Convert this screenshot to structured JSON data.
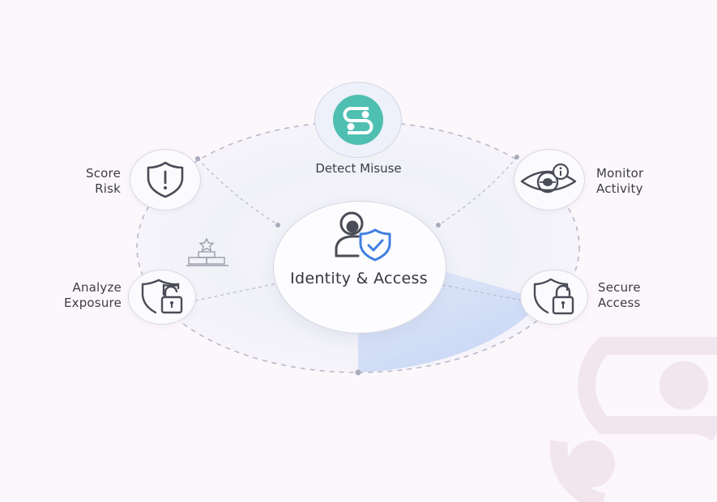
{
  "diagram": {
    "center": {
      "title": "Identity & Access",
      "icon": "user-shield-check-icon"
    },
    "nodes": [
      {
        "id": "detect-misuse",
        "label": "Detect Misuse",
        "icon": "toggle-logo-icon",
        "position": "top"
      },
      {
        "id": "score-risk",
        "label_line1": "Score",
        "label_line2": "Risk",
        "icon": "shield-alert-icon",
        "position": "upper-left"
      },
      {
        "id": "monitor-activity",
        "label_line1": "Monitor",
        "label_line2": "Activity",
        "icon": "eye-info-icon",
        "position": "upper-right"
      },
      {
        "id": "analyze-exposure",
        "label_line1": "Analyze",
        "label_line2": "Exposure",
        "icon": "shield-unlock-icon",
        "position": "lower-left"
      },
      {
        "id": "secure-access",
        "label_line1": "Secure",
        "label_line2": "Access",
        "icon": "shield-lock-icon",
        "position": "lower-right"
      }
    ],
    "decorations": [
      {
        "icon": "hierarchy-star-icon"
      },
      {
        "icon": "watermark-toggle-logo"
      }
    ]
  },
  "colors": {
    "background": "#fcf7fb",
    "accent_teal": "#4fbfb2",
    "accent_blue": "#3f7fe0",
    "icon_gray": "#4a4d57",
    "dashed_line": "#b8bac8",
    "watermark": "#f1e6ee",
    "highlight_blue": "#c9d8f6"
  }
}
